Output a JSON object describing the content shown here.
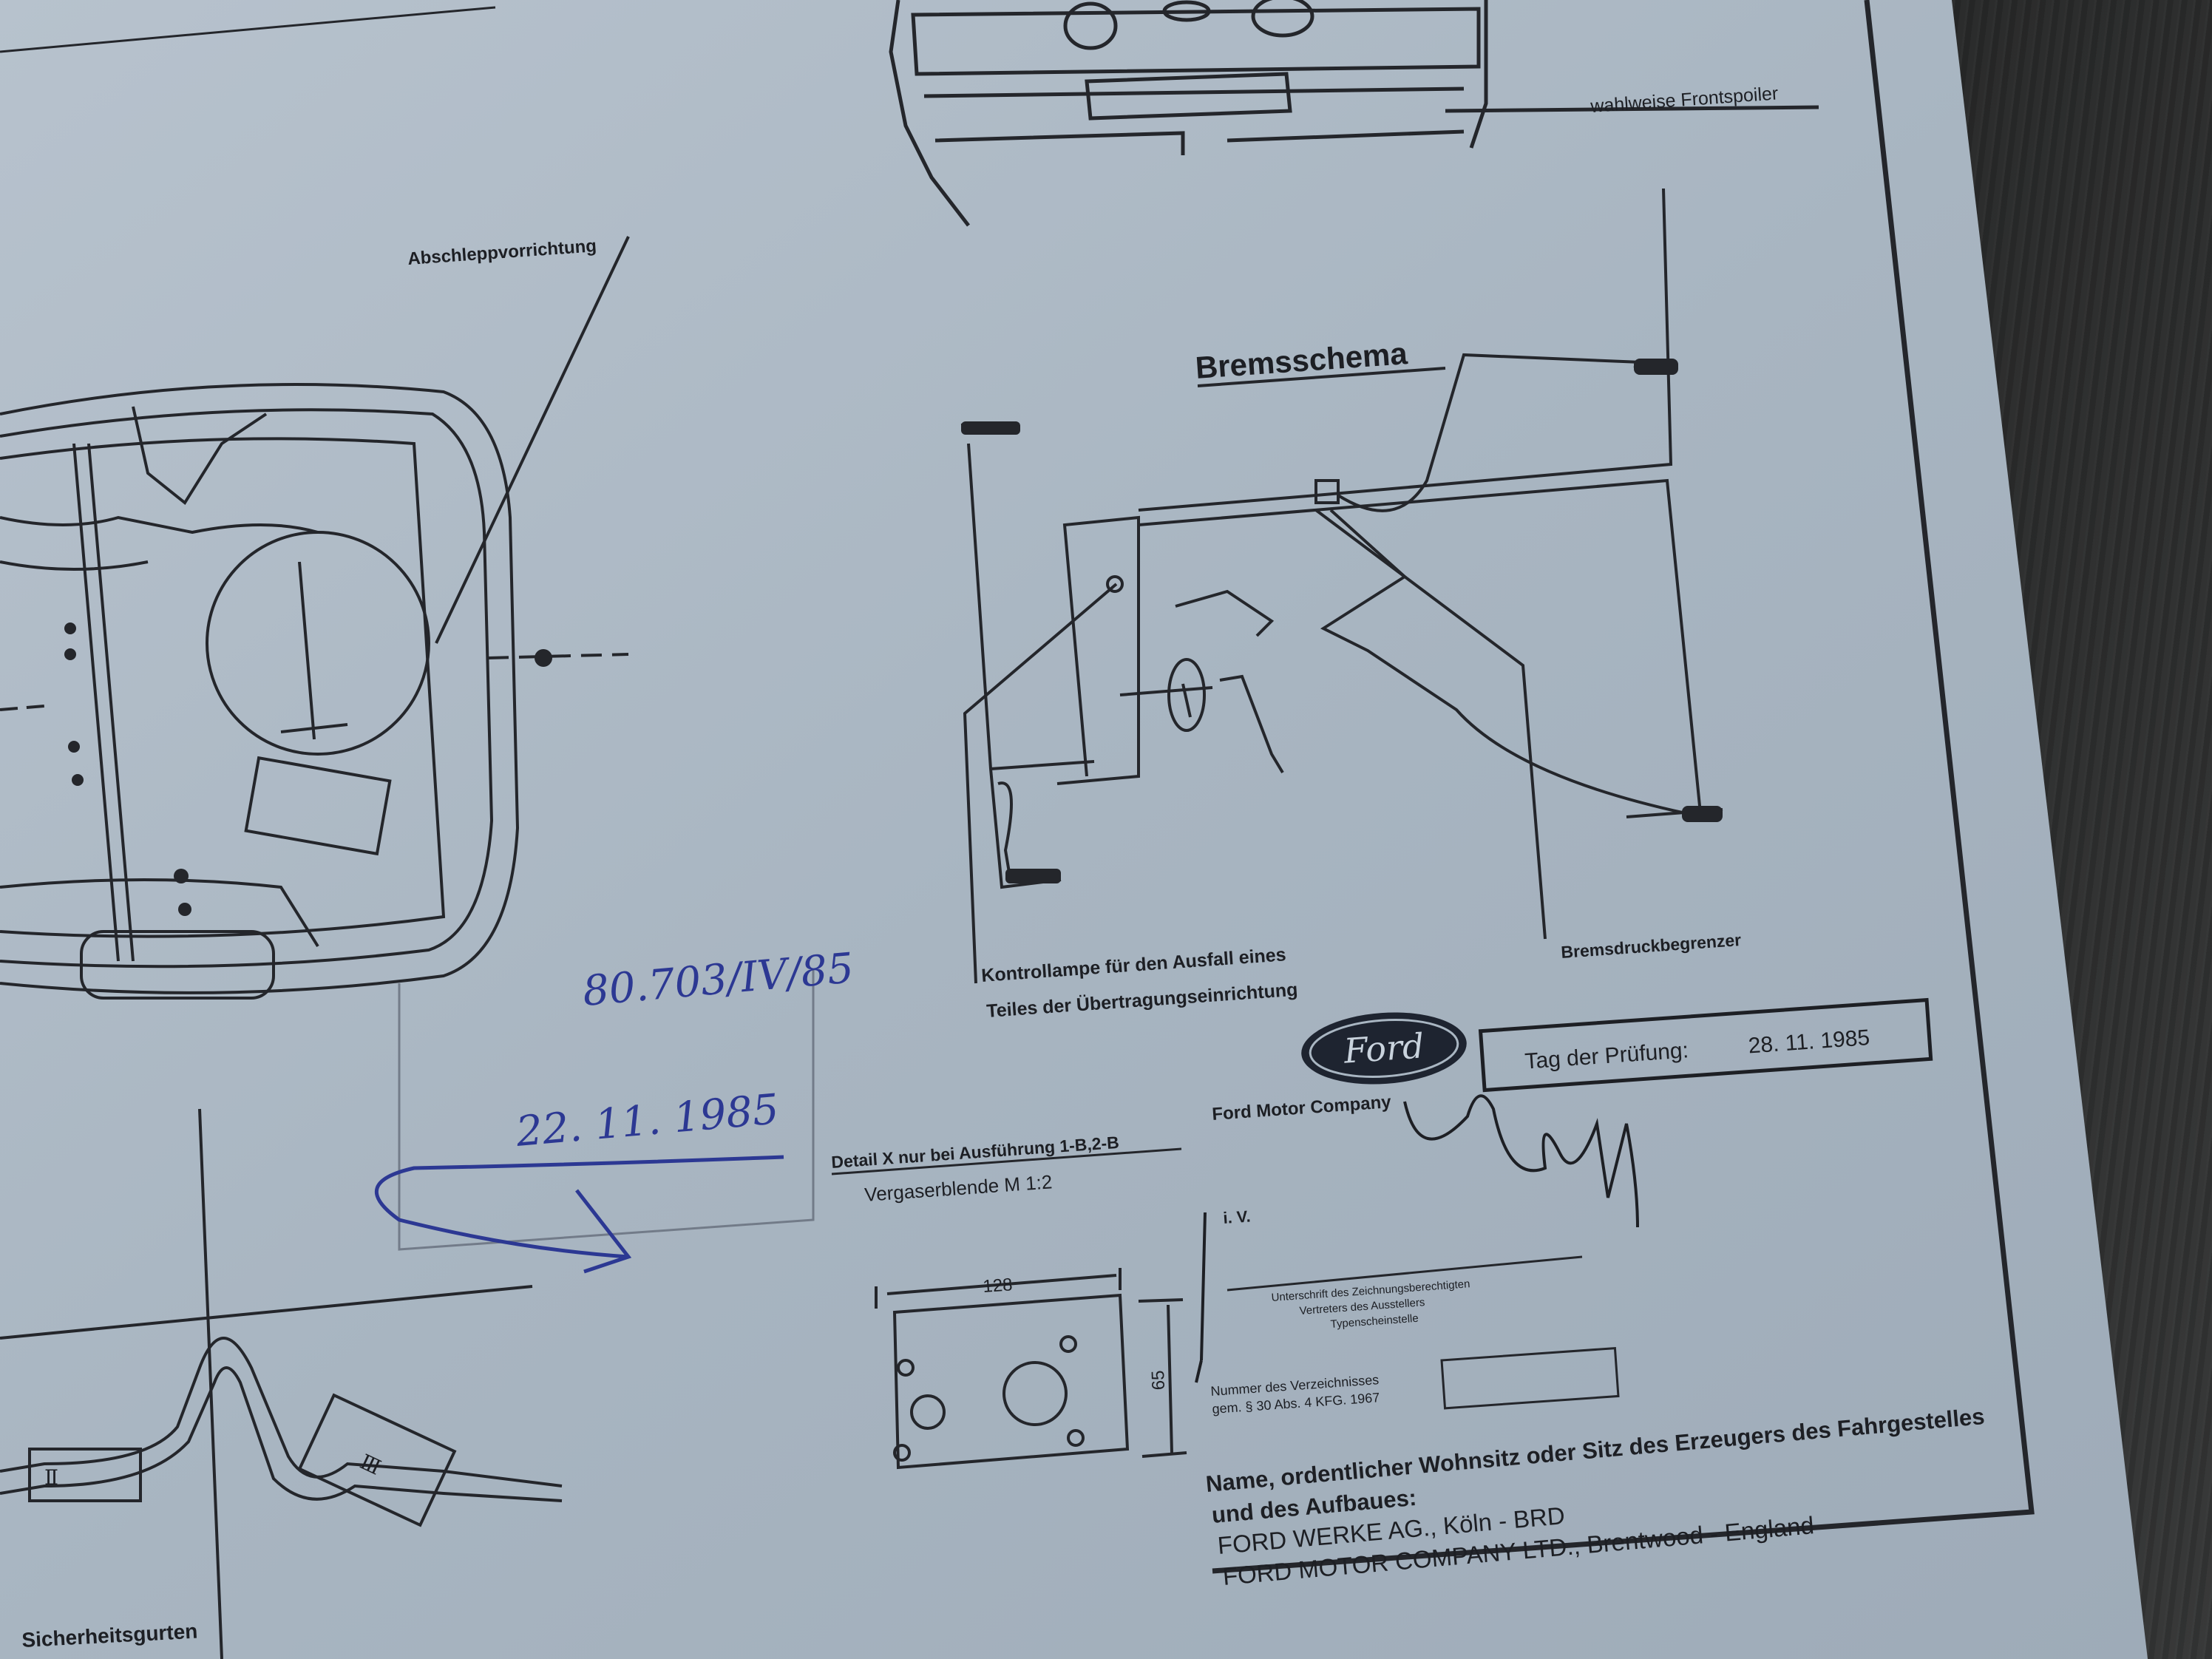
{
  "labels": {
    "frontspoiler": "wahlweise Frontspoiler",
    "abschlepp": "Abschleppvorrichtung",
    "bremsschema": "Bremsschema",
    "kontroll_1": "Kontrollampe für den Ausfall eines",
    "kontroll_2": "Teiles der Übertragungseinrichtung",
    "bremsdruck": "Bremsdruckbegrenzer",
    "detail_x": "Detail X nur bei Ausführung 1-B,2-B",
    "vergaser": "Vergaserblende  M 1:2",
    "sicherheitsgurten": "Sicherheitsgurten",
    "dim_width": "128",
    "dim_height": "65",
    "iv": "i. V."
  },
  "pruefung": {
    "label": "Tag der Prüfung:",
    "date": "28. 11. 1985"
  },
  "company": {
    "logo_text": "Ford",
    "name": "Ford Motor Company"
  },
  "signature_block": {
    "line_1": "Unterschrift des Zeichnungsberechtigten",
    "line_2": "Vertreters des Ausstellers",
    "line_3": "Typenscheinstelle",
    "verz_1": "Nummer des Verzeichnisses",
    "verz_2": "gem. § 30 Abs. 4 KFG. 1967"
  },
  "footer": {
    "line_1": "Name, ordentlicher Wohnsitz oder Sitz des Erzeugers des Fahrgestelles",
    "line_2": "und des Aufbaues:",
    "line_3": "FORD WERKE AG., Köln - BRD",
    "line_4": "FORD MOTOR COMPANY LTD., Brentwood - England"
  },
  "handwritten": {
    "number": "80.703/IV/85",
    "date": "22. 11. 1985"
  },
  "colors": {
    "paper": "#a9b6c2",
    "ink_black": "#1d1f24",
    "ink_blue": "#2c3893",
    "table": "#2f3030"
  }
}
